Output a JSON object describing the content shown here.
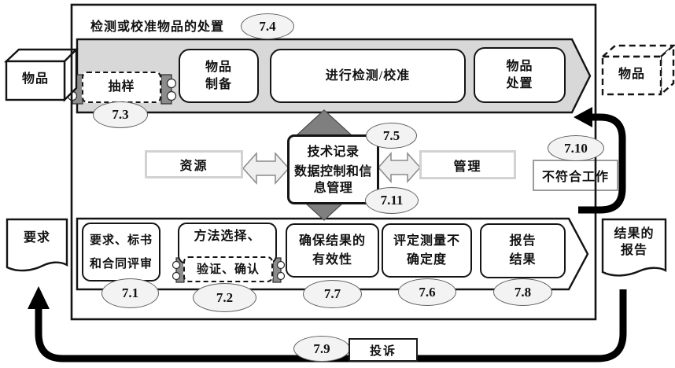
{
  "title": "检测或校准物品的处置",
  "colors": {
    "band_fill": "#d8d8d8",
    "flow_arrow_fill": "#7f7f7f",
    "link_arrow_fill": "#efefef",
    "link_arrow_stroke": "#8a8a8a",
    "oval_fill": "#f3f3f3",
    "outline": "#141414"
  },
  "ovals": {
    "v71": "7.1",
    "v72": "7.2",
    "v73": "7.3",
    "v74": "7.4",
    "v75": "7.5",
    "v76": "7.6",
    "v77": "7.7",
    "v78": "7.8",
    "v79": "7.9",
    "v710": "7.10",
    "v711": "7.11"
  },
  "top_band": {
    "sampling": "抽样",
    "item_preparation": "物品\n制备",
    "perform_test": "进行检测/校准",
    "item_disposal": "物品\n处置"
  },
  "middle": {
    "resources": "资源",
    "technical_records": "技术记录",
    "data_control": "数据控制和信\n息管理",
    "management": "管理",
    "nonconforming_work": "不符合工作"
  },
  "bottom_band": {
    "contract_review": "要求、标书\n和合同评审",
    "method_selection": "方法选择、",
    "verification": "验证、确认",
    "result_validity": "确保结果的\n有效性",
    "measurement_uncertainty": "评定测量不\n确定度",
    "reporting_results": "报告\n结果"
  },
  "externals": {
    "item_in": "物品",
    "item_out": "物品",
    "request": "要求",
    "results_report": "结果的\n报告",
    "complaint": "投诉"
  }
}
